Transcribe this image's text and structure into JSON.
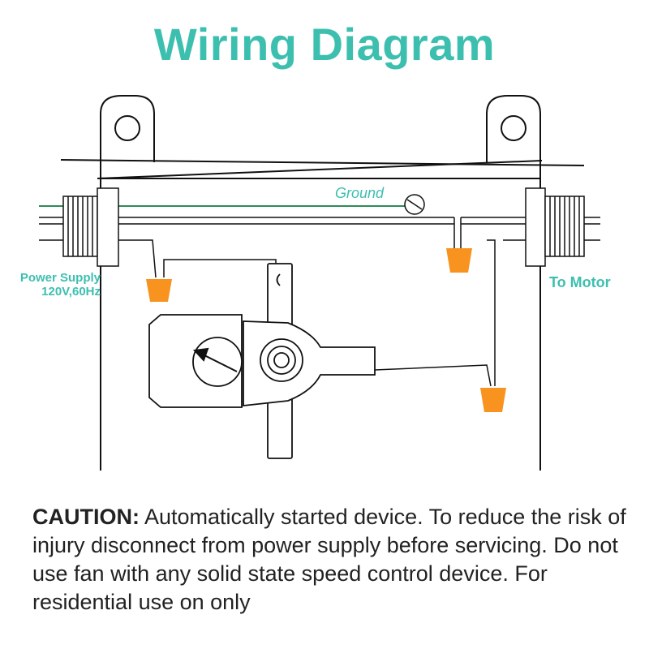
{
  "title": "Wiring Diagram",
  "labels": {
    "ground": "Ground",
    "power_supply_line1": "Power Supply",
    "power_supply_line2": "120V,60Hz",
    "to_motor": "To Motor"
  },
  "caution": {
    "heading": "CAUTION:",
    "text": " Automatically started device. To reduce the risk of injury disconnect from power supply before servicing. Do not use fan with any solid state speed control device. For residential use on only"
  },
  "colors": {
    "title": "#3dbfb0",
    "label": "#3dbfb0",
    "ground_wire": "#2e8b57",
    "wire_nut": "#f7931e",
    "line": "#111111"
  }
}
